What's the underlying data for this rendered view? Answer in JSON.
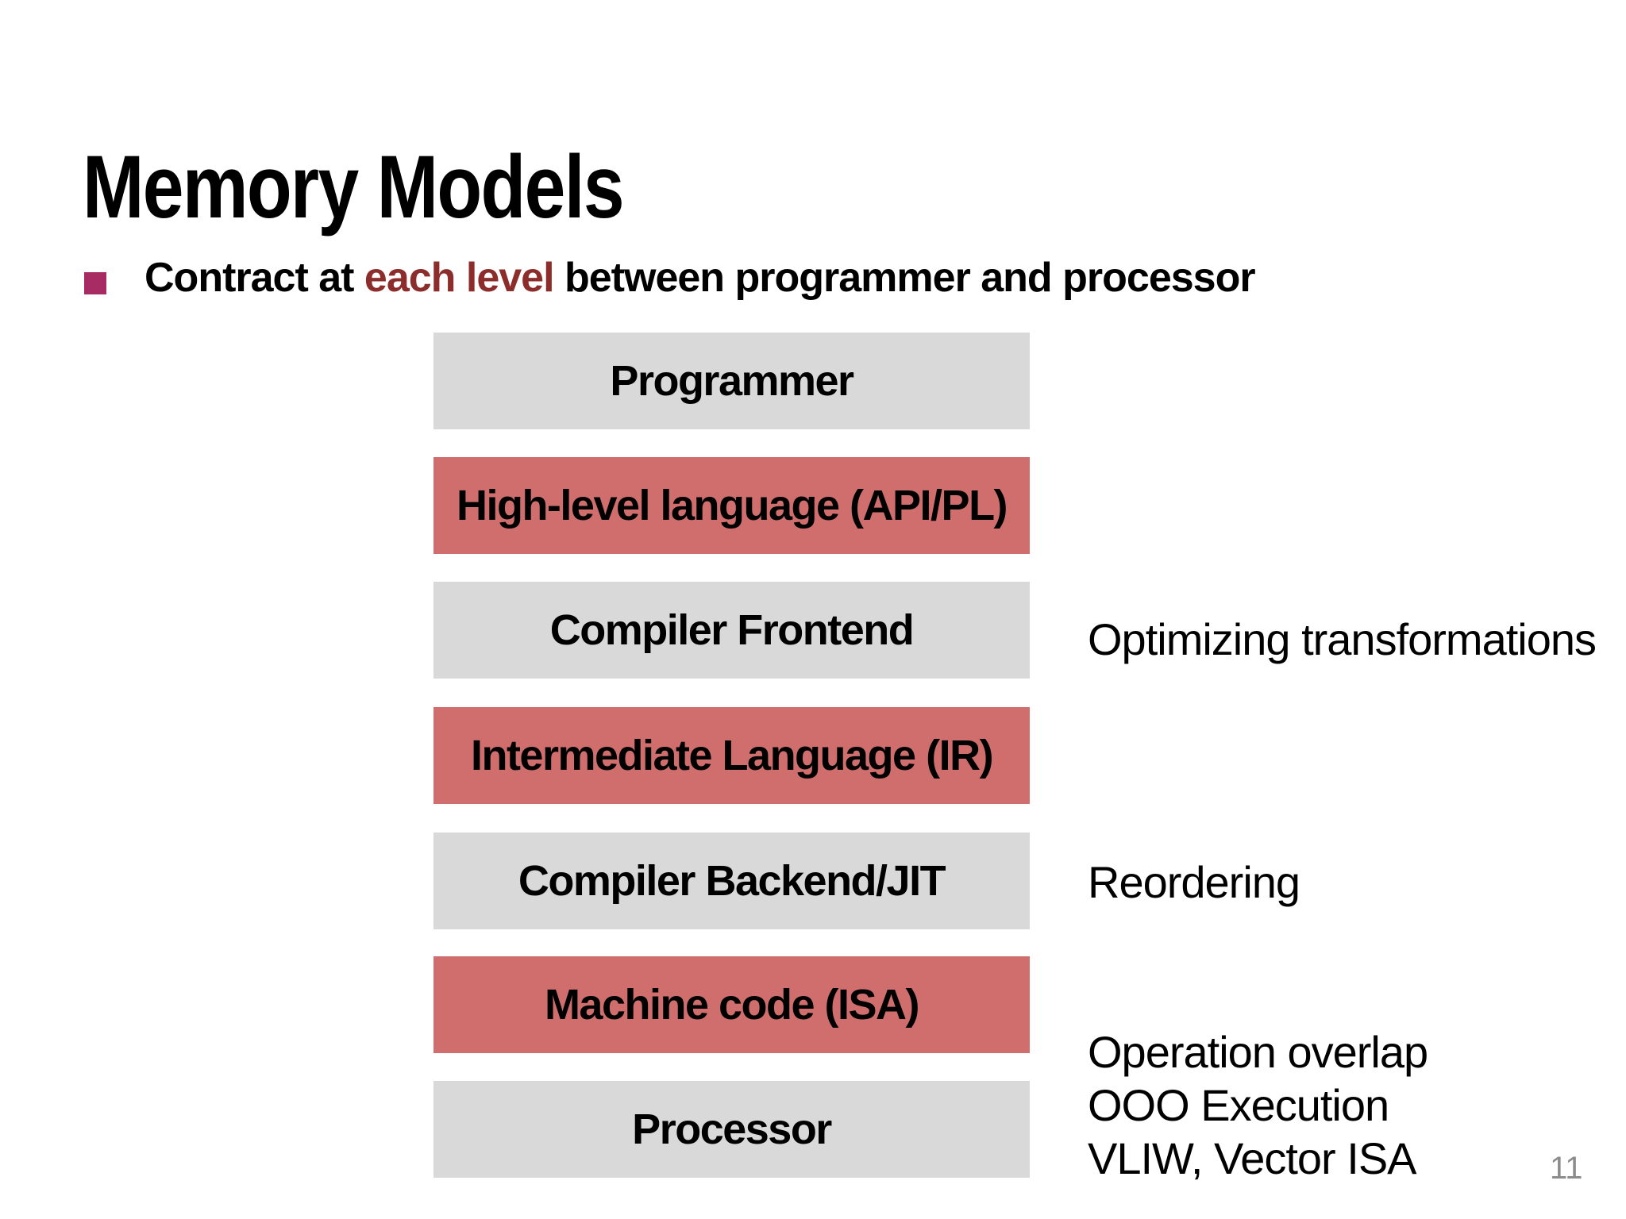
{
  "slide": {
    "title": "Memory Models",
    "bullet": {
      "prefix": "Contract at ",
      "highlight": "each level",
      "suffix": " between programmer and processor"
    },
    "page_number": "11"
  },
  "colors": {
    "box_gray": "#D9D9D9",
    "box_red": "#D06E6E",
    "highlight_text": "#8C2D2B",
    "bullet_marker": "#A82B63",
    "page_number": "#8C8C8C",
    "text": "#000000",
    "background": "#FFFFFF"
  },
  "stack": {
    "boxes": [
      {
        "label": "Programmer",
        "color": "gray"
      },
      {
        "label": "High-level language (API/PL)",
        "color": "red"
      },
      {
        "label": "Compiler Frontend",
        "color": "gray"
      },
      {
        "label": "Intermediate Language (IR)",
        "color": "red"
      },
      {
        "label": "Compiler Backend/JIT",
        "color": "gray"
      },
      {
        "label": "Machine code (ISA)",
        "color": "red"
      },
      {
        "label": "Processor",
        "color": "gray"
      }
    ]
  },
  "annotations": {
    "optimizing": "Optimizing transformations",
    "reordering": "Reordering",
    "processor_lines": [
      "Operation overlap",
      "OOO Execution",
      "VLIW, Vector ISA"
    ]
  }
}
